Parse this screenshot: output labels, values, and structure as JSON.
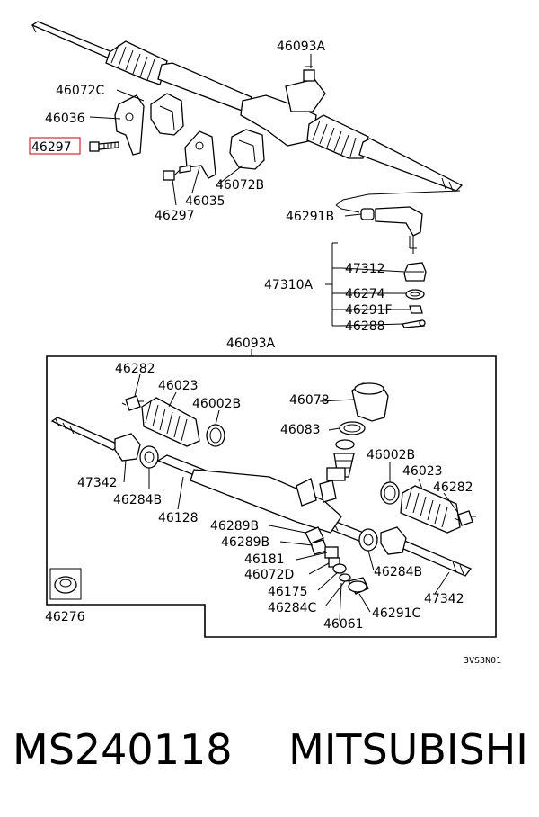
{
  "labels": {
    "l_46093A_top": "46093A",
    "l_46072C": "46072C",
    "l_46036": "46036",
    "l_46297_hl": "46297",
    "l_46072B": "46072B",
    "l_46035": "46035",
    "l_46297_b": "46297",
    "l_46291B": "46291B",
    "l_47310A": "47310A",
    "l_47312": "47312",
    "l_46274": "46274",
    "l_46291F": "46291F",
    "l_46288": "46288",
    "l_46093A_box": "46093A",
    "l_46282_a": "46282",
    "l_46023_a": "46023",
    "l_46002B_a": "46002B",
    "l_46078": "46078",
    "l_46083": "46083",
    "l_47342_a": "47342",
    "l_46284B_a": "46284B",
    "l_46128": "46128",
    "l_46002B_b": "46002B",
    "l_46023_b": "46023",
    "l_46282_b": "46282",
    "l_46289B_a": "46289B",
    "l_46289B_b": "46289B",
    "l_46181": "46181",
    "l_46072D": "46072D",
    "l_46175": "46175",
    "l_46284C": "46284C",
    "l_46061": "46061",
    "l_46291C": "46291C",
    "l_46284B_b": "46284B",
    "l_47342_b": "47342",
    "l_46276": "46276",
    "l_code": "3VS3N01"
  },
  "highlight_color": "#e8202a",
  "caption": {
    "part_number": "MS240118",
    "brand": "MITSUBISHI"
  }
}
